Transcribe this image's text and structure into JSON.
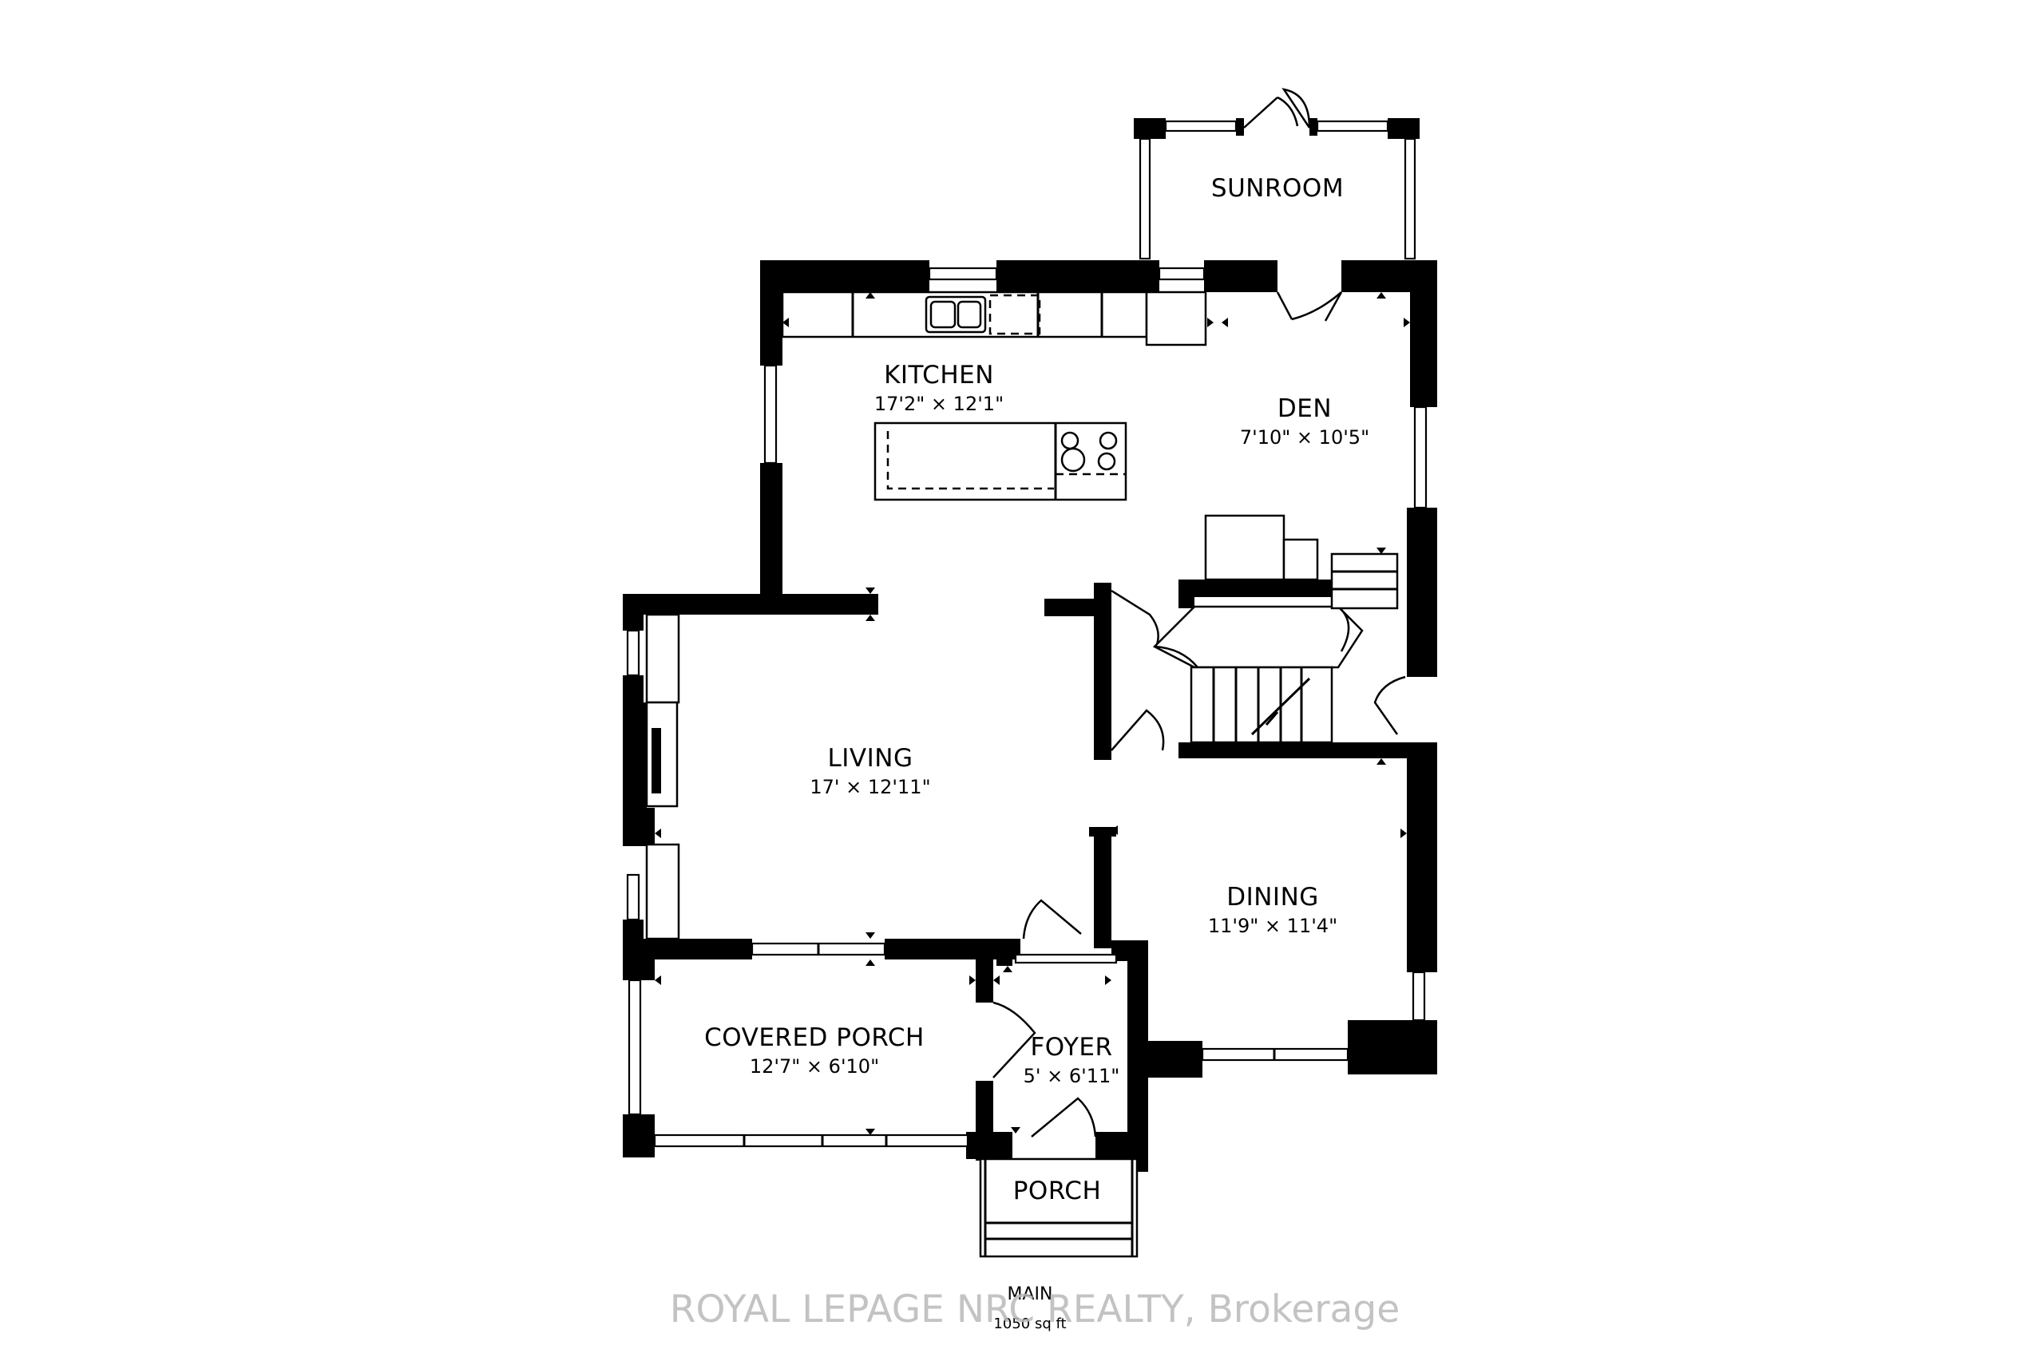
{
  "rooms": {
    "sunroom": {
      "name": "SUNROOM"
    },
    "kitchen": {
      "name": "KITCHEN",
      "dims": "17'2\" × 12'1\""
    },
    "den": {
      "name": "DEN",
      "dims": "7'10\" × 10'5\""
    },
    "living": {
      "name": "LIVING",
      "dims": "17' × 12'11\""
    },
    "dining": {
      "name": "DINING",
      "dims": "11'9\" × 11'4\""
    },
    "covered_porch": {
      "name": "COVERED PORCH",
      "dims": "12'7\" × 6'10\""
    },
    "foyer": {
      "name": "FOYER",
      "dims": "5' × 6'11\""
    },
    "porch": {
      "name": "PORCH"
    }
  },
  "floor": {
    "label": "MAIN",
    "area": "1050 sq ft"
  },
  "watermark": "ROYAL LEPAGE NRC REALTY, Brokerage"
}
